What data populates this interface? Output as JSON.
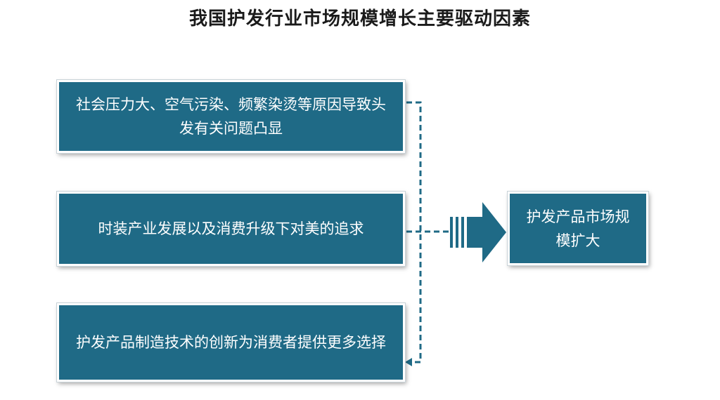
{
  "title": "我国护发行业市场规模增长主要驱动因素",
  "drivers": [
    {
      "text": "社会压力大、空气污染、频繁染烫等原因导致头发有关问题凸显"
    },
    {
      "text": "时装产业发展以及消费升级下对美的追求"
    },
    {
      "text": "护发产品制造技术的创新为消费者提供更多选择"
    }
  ],
  "result": {
    "text": "护发产品市场规模扩大"
  },
  "colors": {
    "box_fill": "#1f6a86",
    "connector": "#1f6a86",
    "text": "#ffffff"
  }
}
